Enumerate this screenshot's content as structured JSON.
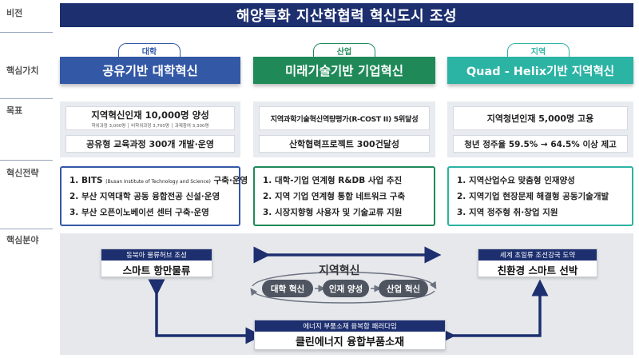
{
  "rows": {
    "vision": "비전",
    "core_values": "핵심가치",
    "goals": "목표",
    "strategy": "혁신전략",
    "fields": "핵심분야"
  },
  "vision": "해양특화 지산학협력 혁신도시 조성",
  "colors": {
    "navy": "#1d2f6f",
    "blue": "#3358a6",
    "green": "#1f8a58",
    "teal": "#2bb3a4"
  },
  "columns": [
    {
      "tag": "대학",
      "value": "공유기반 대학혁신",
      "goals": [
        {
          "main": "지역혁신인재 10,000명 양성",
          "sub": "학위과정 3,000명 │ 비학위과정 3,700명 │ 과제참여 3,300명"
        },
        {
          "main": "공유형 교육과정 300개 개발·운영",
          "sub": ""
        }
      ],
      "strategies": [
        {
          "prefix": "1. BITS ",
          "small": "(Busan Institute of Technology and Science)",
          "suffix": " 구축·운영"
        },
        {
          "prefix": "2. 부산 지역대학 공동 융합전공 신설·운영",
          "small": "",
          "suffix": ""
        },
        {
          "prefix": "3. 부산 오픈이노베이션 센터 구축·운영",
          "small": "",
          "suffix": ""
        }
      ]
    },
    {
      "tag": "산업",
      "value": "미래기술기반 기업혁신",
      "goals": [
        {
          "main": "지역과학기술혁신역량평가(R-COST II) 5위달성",
          "sub": ""
        },
        {
          "main": "산학협력프로젝트 300건달성",
          "sub": ""
        }
      ],
      "strategies": [
        {
          "prefix": "1. 대학-기업 연계형 R&DB 사업 추진",
          "small": "",
          "suffix": ""
        },
        {
          "prefix": "2. 지역 기업 연계형 통합 네트워크 구축",
          "small": "",
          "suffix": ""
        },
        {
          "prefix": "3. 시장지향형 사용자 및 기술교류 지원",
          "small": "",
          "suffix": ""
        }
      ]
    },
    {
      "tag": "지역",
      "value": "Quad - Helix기반 지역혁신",
      "goals": [
        {
          "main": "지역청년인재 5,000명 고용",
          "sub": ""
        },
        {
          "main": "청년 정주율 59.5% → 64.5% 이상 제고",
          "sub": ""
        }
      ],
      "strategies": [
        {
          "prefix": "1. 지역산업수요 맞춤형 인재양성",
          "small": "",
          "suffix": ""
        },
        {
          "prefix": "2. 지역기업 현장문제 해결형 공동기술개발",
          "small": "",
          "suffix": ""
        },
        {
          "prefix": "3. 지역 정주형 취·창업 지원",
          "small": "",
          "suffix": ""
        }
      ]
    }
  ],
  "fields": {
    "left": {
      "sub": "동북아 물류허브 조성",
      "main": "스마트 항만물류"
    },
    "right": {
      "sub": "세계 초일류 조선강국 도약",
      "main": "친환경 스마트 선박"
    },
    "bottom": {
      "sub": "에너지 부품소재 융복합 패러다임",
      "main": "클린에너지 융합부품소재"
    },
    "hub": {
      "title": "지역혁신",
      "cycle": [
        "대학 혁신",
        "인재 양성",
        "산업 혁신"
      ]
    }
  }
}
